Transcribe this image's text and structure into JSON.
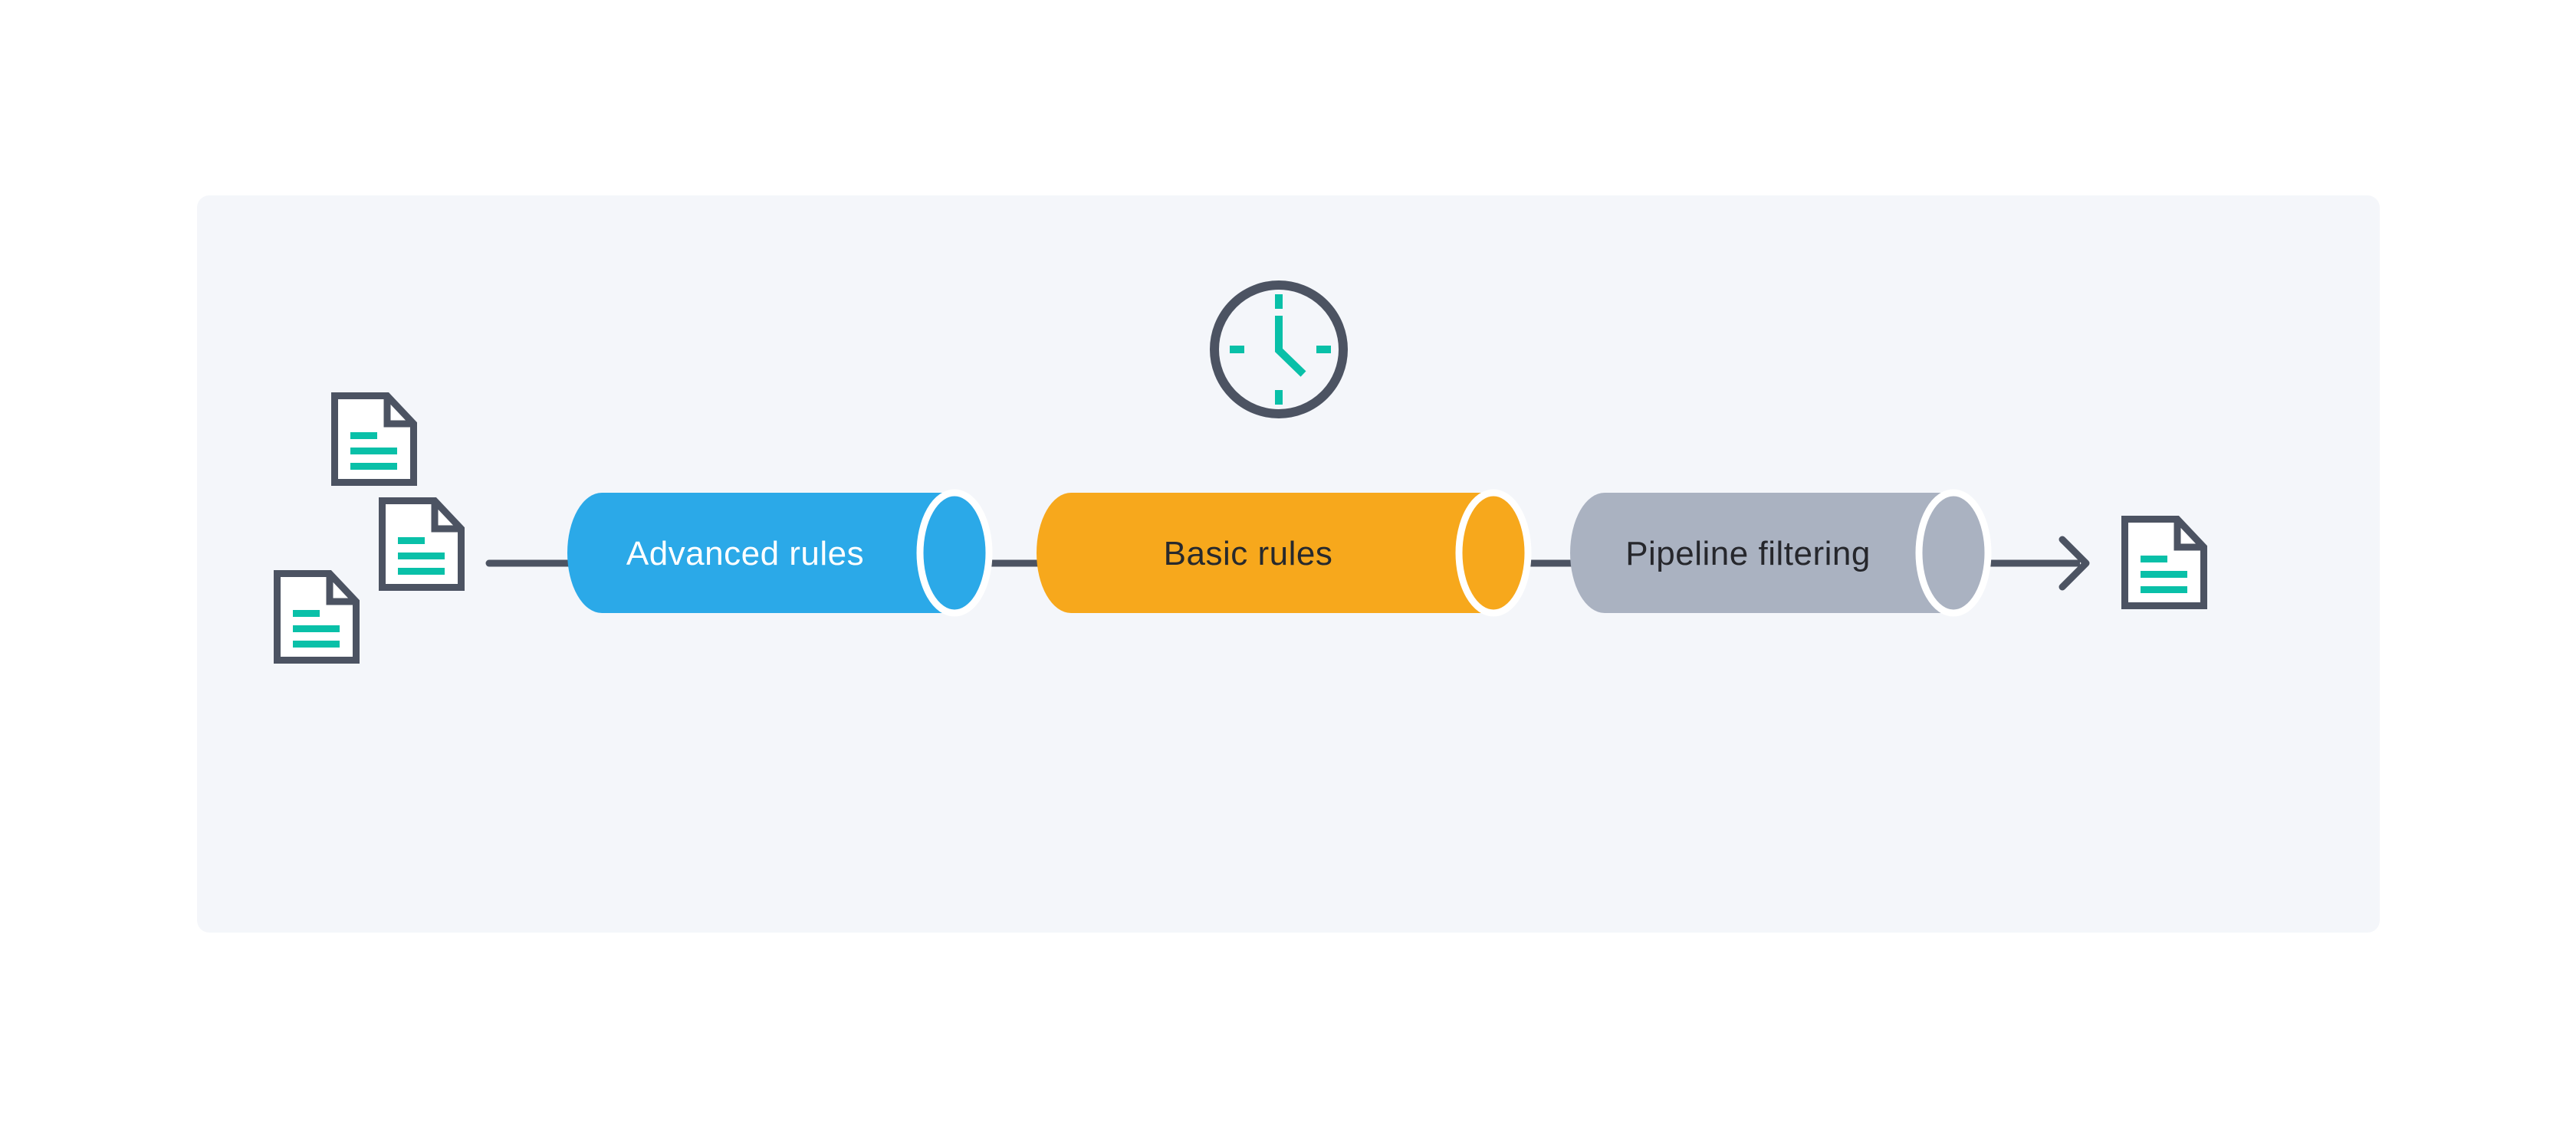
{
  "colors": {
    "canvas_bg": "#ffffff",
    "panel_bg": "#f4f6fa",
    "outline_dark": "#4c5362",
    "teal": "#09c0a8",
    "cap_stroke": "#ffffff",
    "doc_fill": "#ffffff"
  },
  "pipeline": {
    "stages": [
      {
        "id": "advanced-rules",
        "label": "Advanced rules",
        "fill": "#2ba9e8",
        "text_color": "#ffffff"
      },
      {
        "id": "basic-rules",
        "label": "Basic rules",
        "fill": "#f7a81c",
        "text_color": "#27292d"
      },
      {
        "id": "pipeline-filtering",
        "label": "Pipeline filtering",
        "fill": "#aab2c1",
        "text_color": "#26272c"
      }
    ],
    "input_documents": 3,
    "output_documents": 1,
    "icons": {
      "clock": "clock-icon",
      "document": "document-icon",
      "arrow": "arrow-right-icon"
    }
  }
}
